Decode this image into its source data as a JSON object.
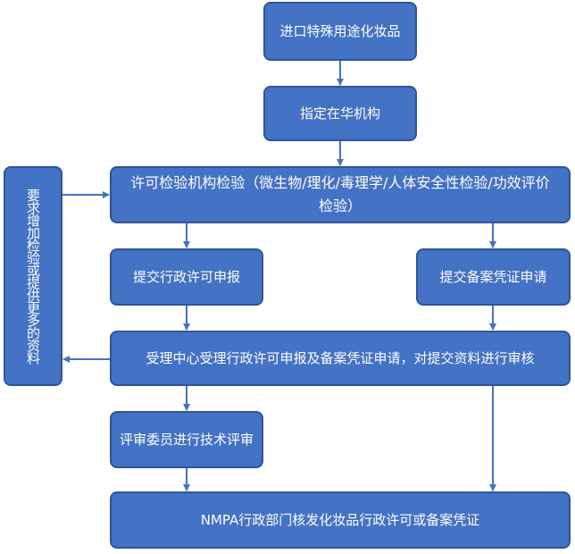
{
  "colors": {
    "node_fill": "#4472c4",
    "node_border": "#2f5597",
    "node_text": "#ffffff",
    "arrow": "#4472c4"
  },
  "nodes": {
    "import": "进口特殊用途化妆品",
    "agency": "指定在华机构",
    "inspect": "许可检验机构检验（微生物/理化/毒理学/人体安全性检验/功效评价检验）",
    "supplement": "要求增加检验或提供更多的资料",
    "permit_apply": "提交行政许可申报",
    "record_apply": "提交备案凭证申请",
    "accept": "受理中心受理行政许可申报及备案凭证申请，对提交资料进行审核",
    "review": "评审委员进行技术评审",
    "issue": "NMPA行政部门核发化妆品行政许可或备案凭证"
  }
}
